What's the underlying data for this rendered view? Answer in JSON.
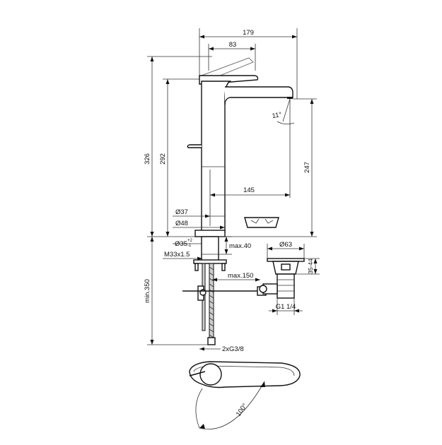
{
  "dimensions": {
    "width_total": "179",
    "lever_reach": "83",
    "height_total": "326",
    "height_body": "292",
    "spout_height": "247",
    "spout_angle": "11°",
    "spout_projection": "145",
    "dia_37": "Ø37",
    "dia_48": "Ø48",
    "dia_35": "Ø35",
    "tol_plus": "+2",
    "tol_minus": "-1",
    "max_deck": "max.40",
    "thread": "M33x1.5",
    "max_150": "max.150",
    "min_350": "min.350",
    "hoses": "2xG3/8",
    "waste_dia": "Ø63",
    "waste_range": "35-44",
    "waste_thread": "G1 1/4",
    "rotation": "100°"
  }
}
